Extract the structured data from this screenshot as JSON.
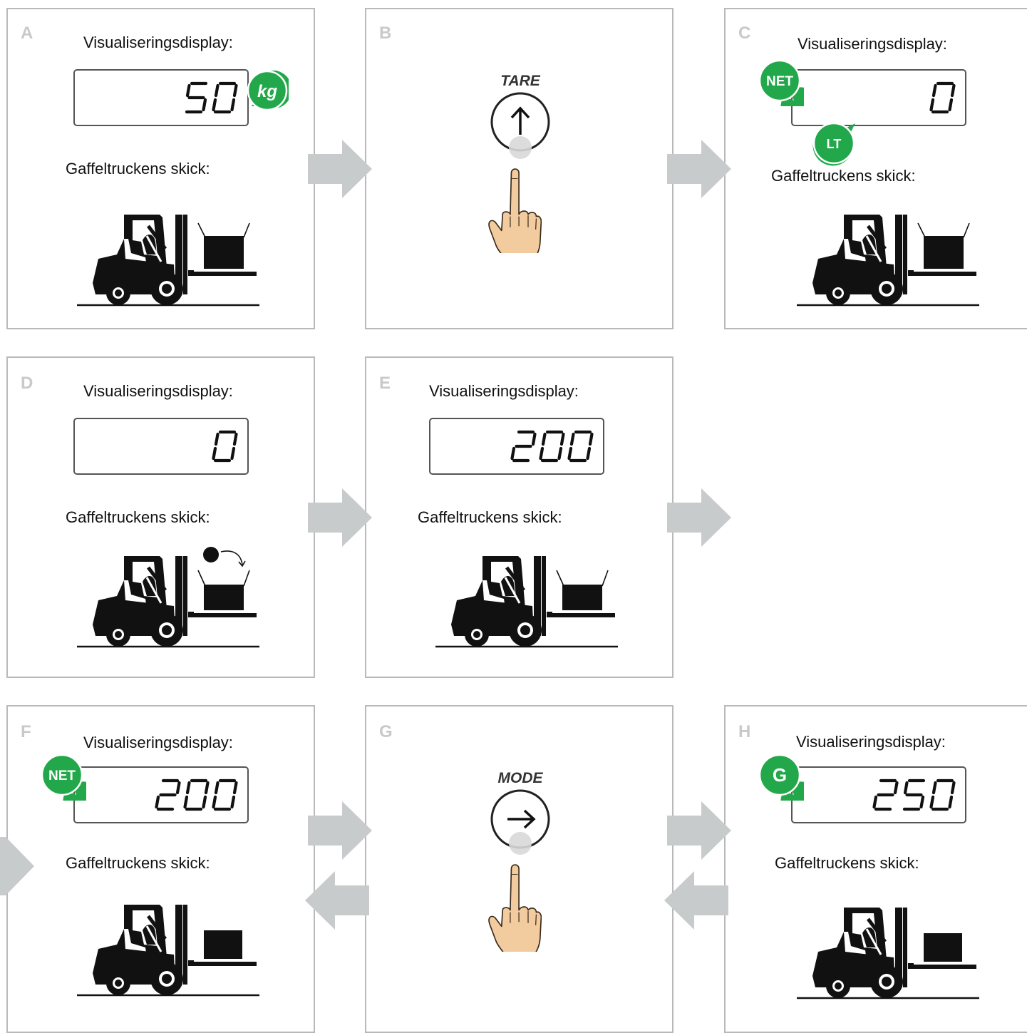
{
  "display_heading": "Visualiseringsdisplay:",
  "truck_heading": "Gaffeltruckens skick:",
  "colors": {
    "badge": "#22a84a",
    "arrow": "#c8cbcb",
    "hand": "#f2cb9e",
    "panel_border": "#b9b9b9"
  },
  "panels": {
    "A": {
      "label": "A",
      "display_value": "50",
      "badge": "kg"
    },
    "B": {
      "label": "B",
      "button_label": "TARE",
      "button_icon": "arrow-up-icon"
    },
    "C": {
      "label": "C",
      "display_value": "0",
      "badge": "NET",
      "badge2": "LT"
    },
    "D": {
      "label": "D",
      "display_value": "0"
    },
    "E": {
      "label": "E",
      "display_value": "200"
    },
    "F": {
      "label": "F",
      "display_value": "200",
      "badge": "NET"
    },
    "G": {
      "label": "G",
      "button_label": "MODE",
      "button_icon": "arrow-right-icon"
    },
    "H": {
      "label": "H",
      "display_value": "250",
      "badge": "G"
    }
  }
}
